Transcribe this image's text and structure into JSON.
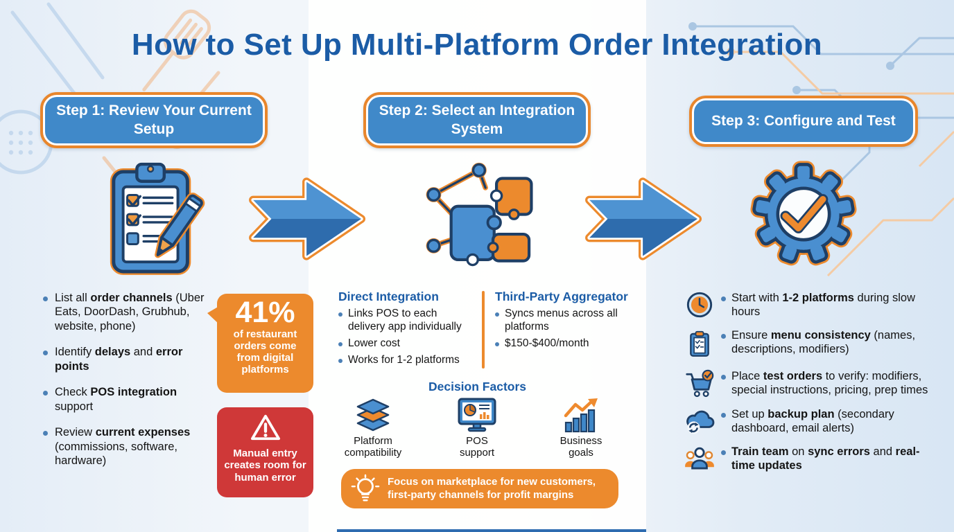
{
  "title": "How to Set Up Multi-Platform Order Integration",
  "colors": {
    "heading_blue": "#1b5ca6",
    "step_fill_blue": "#4089c9",
    "accent_orange": "#ec8a2d",
    "alert_red": "#cf3838",
    "icon_navy": "#1e3f66",
    "bullet_dot_blue": "#4b80b6"
  },
  "steps": [
    {
      "label": "Step 1: Review Your Current Setup",
      "icon": "clipboard-checklist-icon"
    },
    {
      "label": "Step 2: Select an Integration System",
      "icon": "puzzle-network-icon"
    },
    {
      "label": "Step 3: Configure and Test",
      "icon": "gear-check-icon"
    }
  ],
  "step1": {
    "bullets": [
      {
        "segments": [
          {
            "t": "List all ",
            "b": false
          },
          {
            "t": "order channels",
            "b": true
          },
          {
            "t": " (Uber Eats, DoorDash, Grubhub, website, phone)",
            "b": false
          }
        ]
      },
      {
        "segments": [
          {
            "t": "Identify ",
            "b": false
          },
          {
            "t": "delays",
            "b": true
          },
          {
            "t": " and ",
            "b": false
          },
          {
            "t": "error points",
            "b": true
          }
        ]
      },
      {
        "segments": [
          {
            "t": "Check ",
            "b": false
          },
          {
            "t": "POS integration",
            "b": true
          },
          {
            "t": " support",
            "b": false
          }
        ]
      },
      {
        "segments": [
          {
            "t": "Review ",
            "b": false
          },
          {
            "t": "current expenses",
            "b": true
          },
          {
            "t": " (commissions, software, hardware)",
            "b": false
          }
        ]
      }
    ],
    "stat_callout": {
      "value": "41%",
      "caption": "of restaurant orders come from digital platforms"
    },
    "warning_callout": {
      "icon": "warning-triangle-icon",
      "text": "Manual entry creates room for human error"
    }
  },
  "step2": {
    "direct_integration": {
      "heading": "Direct Integration",
      "bullets": [
        "Links POS to each delivery app individually",
        "Lower cost",
        "Works for 1-2 platforms"
      ]
    },
    "third_party_aggregator": {
      "heading": "Third-Party Aggregator",
      "bullets": [
        "Syncs menus across all platforms",
        "$150-$400/month"
      ]
    },
    "decision_factors": {
      "heading": "Decision Factors",
      "factors": [
        {
          "icon": "layers-icon",
          "label": "Platform compatibility"
        },
        {
          "icon": "pos-monitor-icon",
          "label": "POS support"
        },
        {
          "icon": "growth-chart-icon",
          "label": "Business goals"
        }
      ]
    },
    "tip": {
      "icon": "lightbulb-icon",
      "text": "Focus on marketplace for new customers, first-party channels for profit margins"
    }
  },
  "step3": {
    "bullets": [
      {
        "icon": "clock-icon",
        "segments": [
          {
            "t": "Start with ",
            "b": false
          },
          {
            "t": "1-2 platforms",
            "b": true
          },
          {
            "t": " during slow hours",
            "b": false
          }
        ]
      },
      {
        "icon": "menu-clipboard-icon",
        "segments": [
          {
            "t": "Ensure ",
            "b": false
          },
          {
            "t": "menu consistency",
            "b": true
          },
          {
            "t": " (names, descriptions, modifiers)",
            "b": false
          }
        ]
      },
      {
        "icon": "cart-check-icon",
        "segments": [
          {
            "t": "Place ",
            "b": false
          },
          {
            "t": "test orders",
            "b": true
          },
          {
            "t": " to verify: modifiers, special instructions, pricing, prep times",
            "b": false
          }
        ]
      },
      {
        "icon": "cloud-sync-icon",
        "segments": [
          {
            "t": "Set up ",
            "b": false
          },
          {
            "t": "backup plan",
            "b": true
          },
          {
            "t": " (secondary dashboard, email alerts)",
            "b": false
          }
        ]
      },
      {
        "icon": "team-icon",
        "segments": [
          {
            "t": "Train team",
            "b": true
          },
          {
            "t": " on ",
            "b": false
          },
          {
            "t": "sync errors",
            "b": true
          },
          {
            "t": " and ",
            "b": false
          },
          {
            "t": "real-time updates",
            "b": true
          }
        ]
      }
    ]
  },
  "decorations": {
    "top_left": "kitchen-utensils-outline-icon",
    "top_right": "circuit-traces-icon",
    "arrows": "step-arrow-icon"
  }
}
